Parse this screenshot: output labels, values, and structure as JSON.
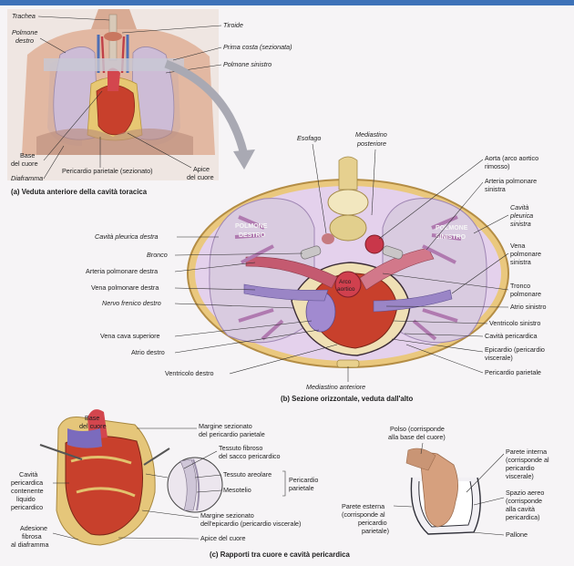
{
  "panel_a": {
    "caption": "(a) Veduta anteriore della cavità toracica",
    "labels": {
      "trachea": "Trachea",
      "polmone_destro": [
        "Polmone",
        "destro"
      ],
      "tiroide": "Tiroide",
      "prima_costa": "Prima costa (sezionata)",
      "polmone_sinistro": "Polmone sinistro",
      "base_cuore": [
        "Base",
        "del cuore"
      ],
      "diaframma": "Diaframma",
      "pericardio_parietale": "Pericardio parietale (sezionato)",
      "apice_cuore": [
        "Apice",
        "del cuore"
      ]
    }
  },
  "panel_b": {
    "caption": "(b) Sezione orizzontale, veduta dall'alto",
    "organ_labels": {
      "polmone_destro": [
        "POLMONE",
        "DESTRO"
      ],
      "polmone_sinistro": [
        "POLMONE",
        "SINISTRO"
      ],
      "arco_aortico": [
        "Arco",
        "aortico"
      ]
    },
    "top_labels": {
      "esofago": "Esofago",
      "mediastino_posteriore": [
        "Mediastino",
        "posteriore"
      ]
    },
    "left_labels": {
      "cavita_pleurica_destra": "Cavità pleurica destra",
      "bronco": "Bronco",
      "arteria_polmonare_destra": "Arteria polmonare destra",
      "vena_polmonare_destra": "Vena polmonare destra",
      "nervo_frenico_destro": "Nervo frenico destro",
      "vena_cava_superiore": "Vena cava superiore",
      "atrio_destro": "Atrio destro",
      "ventricolo_destro": "Ventricolo destro"
    },
    "right_labels": {
      "aorta": [
        "Aorta (arco aortico",
        "rimosso)"
      ],
      "arteria_polmonare_sinistra": [
        "Arteria polmonare",
        "sinistra"
      ],
      "cavita_pleurica_sinistra": [
        "Cavità",
        "pleurica",
        "sinistra"
      ],
      "vena_polmonare_sinistra": [
        "Vena",
        "polmonare",
        "sinistra"
      ],
      "tronco_polmonare": [
        "Tronco",
        "polmonare"
      ],
      "atrio_sinistro": "Atrio sinistro",
      "ventricolo_sinistro": "Ventricolo sinistro",
      "cavita_pericardica": "Cavità pericardica",
      "epicardio": [
        "Epicardio (pericardio",
        "viscerale)"
      ],
      "pericardio_parietale": "Pericardio parietale"
    },
    "bottom_label": "Mediastino anteriore"
  },
  "panel_c": {
    "caption": "(c) Rapporti tra cuore e cavità pericardica",
    "labels": {
      "base_cuore": [
        "Base",
        "del cuore"
      ],
      "cavita_pericardica": [
        "Cavità",
        "pericardica",
        "contenente",
        "liquido",
        "pericardico"
      ],
      "adesione_fibrosa": [
        "Adesione",
        "fibrosa",
        "al diaframma"
      ],
      "margine_pericardio": [
        "Margine sezionato",
        "del pericardio parietale"
      ],
      "tessuto_fibroso": [
        "Tessuto fibroso",
        "del sacco pericardico"
      ],
      "tessuto_areolare": "Tessuto areolare",
      "mesotelio": "Mesotelio",
      "pericardio_parietale": [
        "Pericardio",
        "parietale"
      ],
      "margine_epicardio": [
        "Margine sezionato",
        "dell'epicardio (pericardio viscerale)"
      ],
      "apice_cuore": "Apice del cuore",
      "polso": [
        "Polso (corrisponde",
        "alla base del cuore)"
      ],
      "parete_interna": [
        "Parete interna",
        "(corrisponde al",
        "pericardio",
        "viscerale)"
      ],
      "parete_esterna": [
        "Parete esterna",
        "(corrisponde al",
        "pericardio",
        "parietale)"
      ],
      "spazio_aereo": [
        "Spazio aereo",
        "(corrisponde",
        "alla cavità",
        "pericardica)"
      ],
      "pallone": "Pallone"
    }
  },
  "colors": {
    "accent_bar": "#3d72b8",
    "heart": "#c8402c",
    "artery": "#c94a5a",
    "vein": "#8f7fc0",
    "lung": "#ddd3e2",
    "bone": "#e8d49a",
    "pericardium": "#e7c873"
  }
}
